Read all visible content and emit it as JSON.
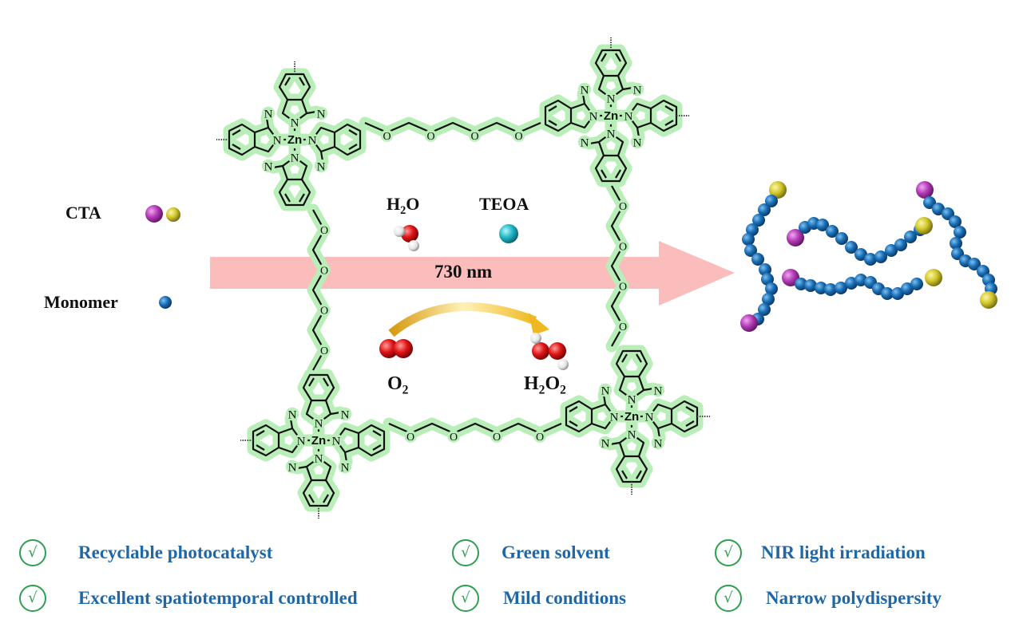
{
  "labels": {
    "cta": "CTA",
    "monomer": "Monomer",
    "water": {
      "main": "H",
      "sub": "2",
      "tail": "O"
    },
    "teoa": "TEOA",
    "wavelength": "730 nm",
    "oxygen": {
      "main": "O",
      "sub": "2"
    },
    "peroxide": {
      "main": "H",
      "sub1": "2",
      "mid": "O",
      "sub2": "2"
    },
    "metal_center": "Zn",
    "nitrogen": "N",
    "oxygen_atom": "O"
  },
  "features": [
    {
      "text": "Recyclable photocatalyst"
    },
    {
      "text": "Excellent spatiotemporal controlled"
    },
    {
      "text": "Green solvent"
    },
    {
      "text": "Mild conditions"
    },
    {
      "text": "NIR light irradiation"
    },
    {
      "text": "Narrow polydispersity"
    }
  ],
  "check_glyph": "√",
  "colors": {
    "cta_end_a": "#b23bb5",
    "cta_end_b": "#d8cf2e",
    "monomer": "#1a6fb5",
    "teoa": "#22b8c8",
    "oxygen": "#e01515",
    "hydrogen": "#f2f2f2",
    "light_arrow": "#fbbcbc",
    "curved_arrow": "#e0a818",
    "highlight": "#b9eeb9",
    "feature_text": "#1f67a6",
    "check": "#2e9e4f"
  }
}
